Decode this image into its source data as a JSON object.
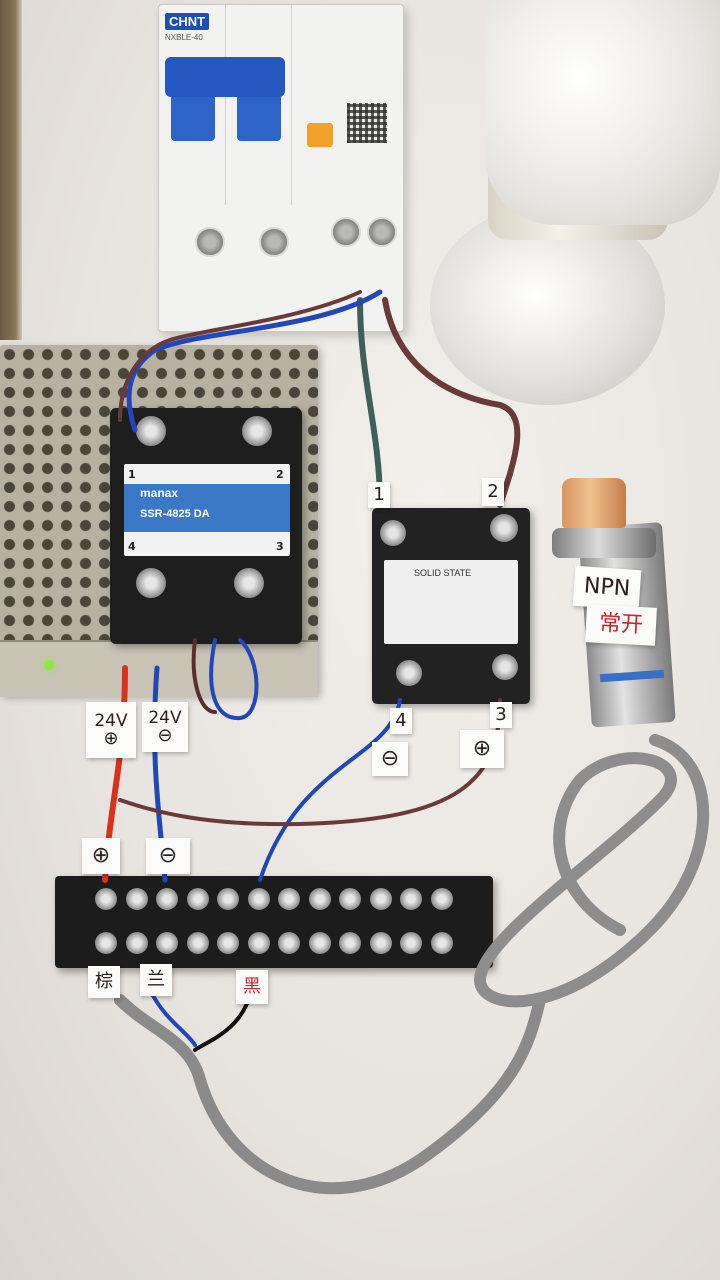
{
  "scene": {
    "breaker": {
      "brand": "CHNT",
      "model": "NXBLE-40"
    },
    "ssr_left": {
      "brand": "manax",
      "model": "SSR-4825 DA",
      "pin1": "1",
      "pin2": "2",
      "pin3": "3",
      "pin4": "4"
    },
    "ssr_right": {
      "brand": "SOLID STATE"
    },
    "labels": {
      "relay_pin1": "1",
      "relay_pin2": "2",
      "relay_pin3": "3",
      "relay_pin4": "4",
      "relay_pin4_sign": "⊖",
      "relay_pin3_sign": "⊕",
      "psu_plus_voltage": "24V",
      "psu_plus_sign": "⊕",
      "psu_minus_voltage": "24V",
      "psu_minus_sign": "⊖",
      "block_plus": "⊕",
      "block_minus": "⊖",
      "sensor_type": "NPN",
      "sensor_mode": "常开",
      "wire_brown": "棕",
      "wire_blue": "兰",
      "wire_black": "黑"
    }
  },
  "colors": {
    "wire_blue": "#2346b8",
    "wire_brown": "#6a3a3a",
    "wire_red": "#d8321f",
    "wire_gray": "#8a8a8a",
    "wire_teal": "#3f5f5a"
  }
}
